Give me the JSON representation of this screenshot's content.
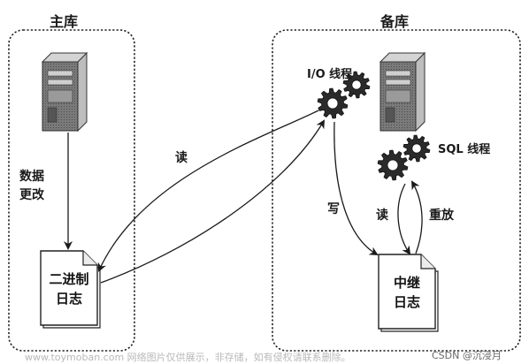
{
  "master": {
    "title": "主库",
    "change_label_line1": "数据",
    "change_label_line2": "更改",
    "binlog_line1": "二进制",
    "binlog_line2": "日志"
  },
  "replica": {
    "title": "备库",
    "io_thread": "I/O 线程",
    "sql_thread": "SQL 线程",
    "write_label": "写",
    "read_label": "读",
    "replay_label": "重放",
    "relaylog_line1": "中继",
    "relaylog_line2": "日志"
  },
  "link": {
    "read_label": "读"
  },
  "footer": {
    "watermark": "www.toymoban.com 网络图片仅供展示，非存储，如有侵权请联系删除。",
    "credit": "CSDN @沉浸月"
  },
  "icons": [
    "server-icon",
    "gear-icon",
    "document-icon"
  ]
}
